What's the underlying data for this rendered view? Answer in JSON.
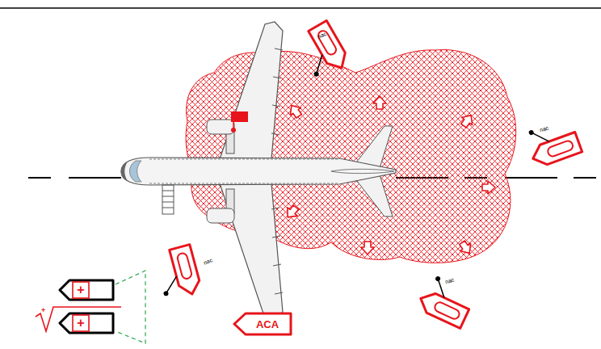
{
  "diagram": {
    "nodes": [
      {
        "text": [
          "+"
        ]
      },
      {
        "text": [
          "+"
        ]
      },
      {
        "text": [
          "ACA"
        ]
      }
    ],
    "labels": [
      "пас",
      "пас",
      "пас",
      "пас",
      "+"
    ]
  }
}
